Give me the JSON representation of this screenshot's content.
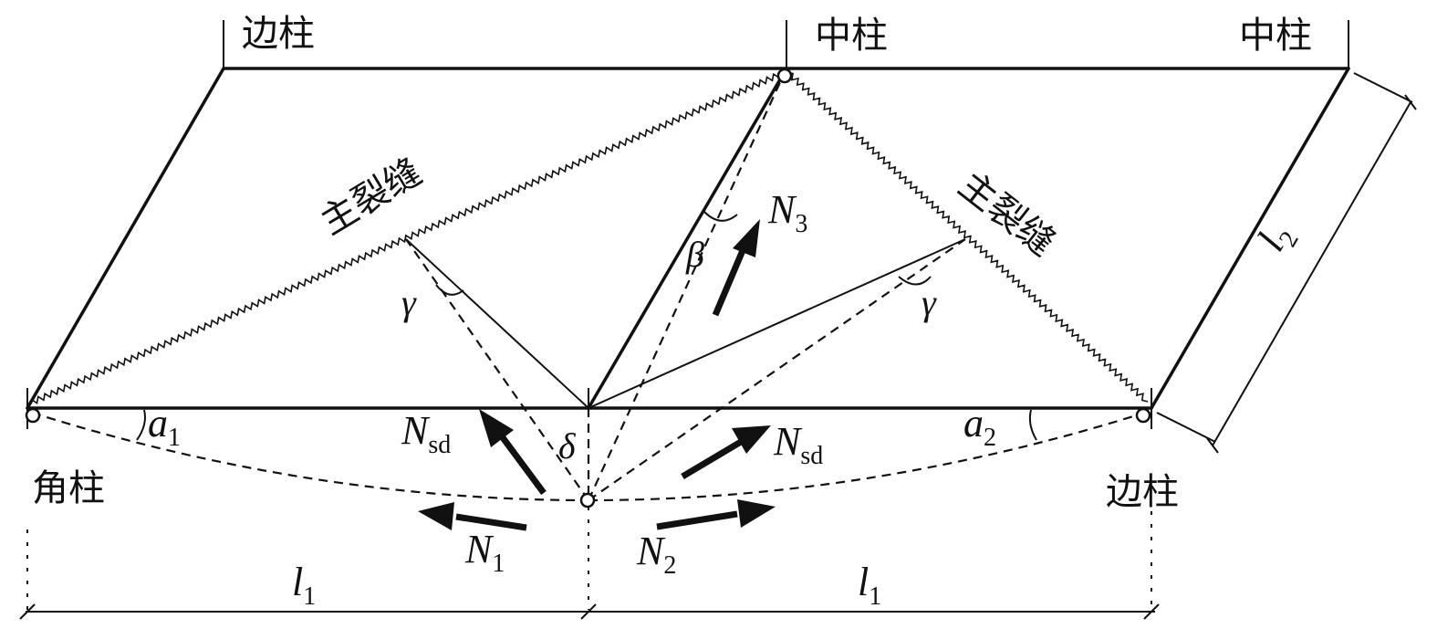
{
  "labels": {
    "edge_column_top": "边柱",
    "middle_column_top": "中柱",
    "middle_column_right": "中柱",
    "corner_column": "角柱",
    "edge_column_bottom": "边柱",
    "main_crack_left": "主裂缝",
    "main_crack_right": "主裂缝"
  },
  "symbols": {
    "N3": {
      "base": "N",
      "sub": "3"
    },
    "N1": {
      "base": "N",
      "sub": "1"
    },
    "N2": {
      "base": "N",
      "sub": "2"
    },
    "Nsd_left": {
      "base": "N",
      "sub": "sd"
    },
    "Nsd_right": {
      "base": "N",
      "sub": "sd"
    },
    "a1": {
      "base": "a",
      "sub": "1"
    },
    "a2": {
      "base": "a",
      "sub": "2"
    },
    "l1_left": {
      "base": "l",
      "sub": "1"
    },
    "l1_right": {
      "base": "l",
      "sub": "1"
    },
    "l2": {
      "base": "l",
      "sub": "2"
    },
    "beta": "β",
    "gamma_left": "γ",
    "gamma_right": "γ",
    "delta": "δ"
  }
}
